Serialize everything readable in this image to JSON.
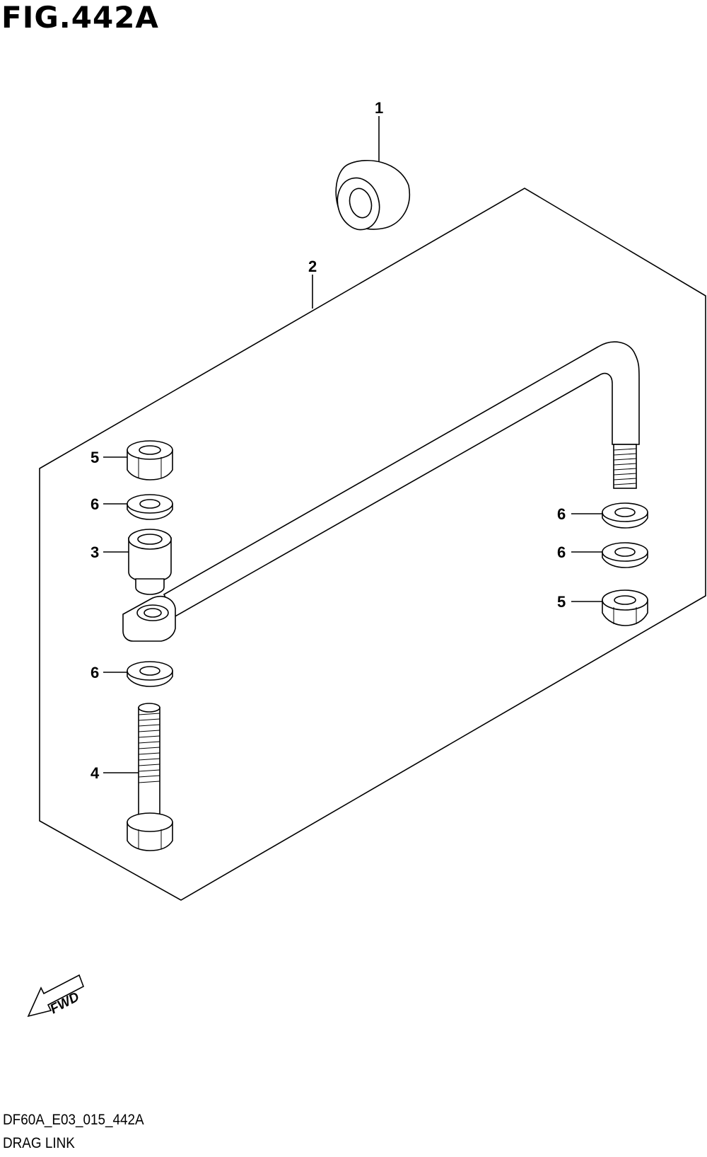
{
  "figure": {
    "title": "FIG.442A",
    "code": "DF60A_E03_015_442A",
    "name": "DRAG LINK"
  },
  "callouts": [
    {
      "id": "c1",
      "number": "1"
    },
    {
      "id": "c2",
      "number": "2"
    },
    {
      "id": "c5a",
      "number": "5"
    },
    {
      "id": "c6a",
      "number": "6"
    },
    {
      "id": "c3",
      "number": "3"
    },
    {
      "id": "c6b",
      "number": "6"
    },
    {
      "id": "c4",
      "number": "4"
    },
    {
      "id": "c6c",
      "number": "6"
    },
    {
      "id": "c6d",
      "number": "6"
    },
    {
      "id": "c5b",
      "number": "5"
    }
  ],
  "direction_arrow": {
    "label": "FWD",
    "icon": "fwd-arrow-icon"
  }
}
